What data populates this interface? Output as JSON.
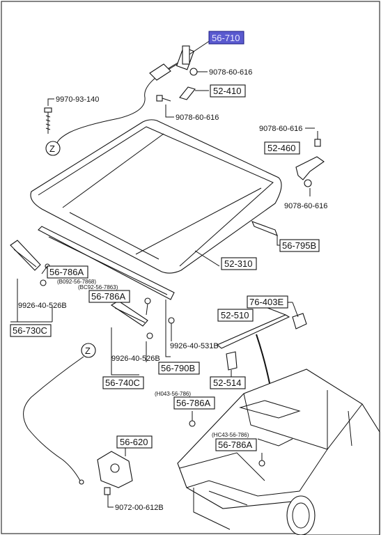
{
  "parts": {
    "p56_710": "56-710",
    "p9078_60_616_a": "9078-60-616",
    "p52_410": "52-410",
    "p9970_93_140": "9970-93-140",
    "p9078_60_616_b": "9078-60-616",
    "z_top": "Z",
    "p9078_60_616_c": "9078-60-616",
    "p52_460": "52-460",
    "p9078_60_616_d": "9078-60-616",
    "p56_795B": "56-795B",
    "p52_310": "52-310",
    "p56_786A_a": "56-786A",
    "note_b092": "(B092-56-7868)",
    "note_bc92": "(BC92-56-7863)",
    "p56_786A_b": "56-786A",
    "p9926_40_526B_a": "9926-40-526B",
    "p56_730C": "56-730C",
    "p76_403E": "76-403E",
    "p52_510": "52-510",
    "p9926_40_531B": "9926-40-531B",
    "z_mid": "Z",
    "p9926_40_526B_b": "9926-40-526B",
    "p56_790B": "56-790B",
    "p52_514": "52-514",
    "p56_740C": "56-740C",
    "note_h043": "(H043-56-786)",
    "p56_786A_c": "56-786A",
    "note_hc43": "(HC43-56-786)",
    "p56_786A_d": "56-786A",
    "p56_620": "56-620",
    "p9072_00_612B": "9072-00-612B"
  },
  "colors": {
    "highlight": "#5a5acf",
    "line": "#111111"
  }
}
